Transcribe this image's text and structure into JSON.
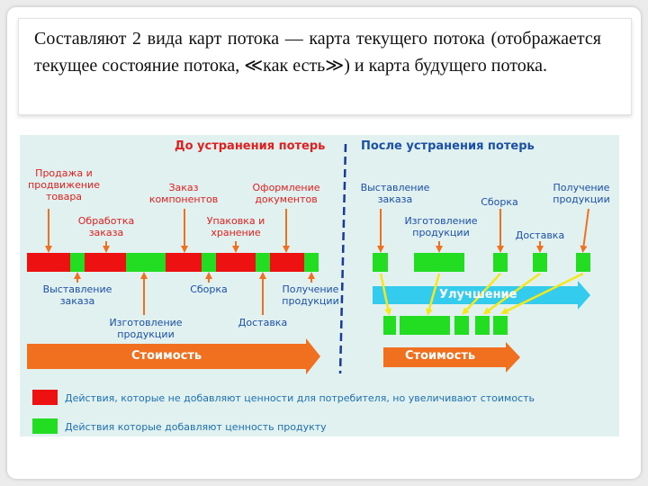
{
  "caption": "Составляют 2 вида карт потока — карта текущего потока (отображается текущее состояние потока, ≪как есть≫) и карта будущего потока.",
  "header_before": "До устранения потерь",
  "header_after": "После устранения потерь",
  "before_top_labels": {
    "sales": "Продажа и продвижение товара",
    "order_processing": "Обработка заказа",
    "component_order": "Заказ компонентов",
    "packing": "Упаковка и хранение",
    "documents": "Оформление документов"
  },
  "before_bottom_labels": {
    "order_placement": "Выставление заказа",
    "manufacturing": "Изготовление продукции",
    "assembly": "Сборка",
    "delivery": "Доставка",
    "receipt": "Получение продукции"
  },
  "after_labels": {
    "order_placement": "Выставление заказа",
    "manufacturing": "Изготовление продукции",
    "assembly": "Сборка",
    "delivery": "Доставка",
    "receipt": "Получение продукции"
  },
  "improvement_label": "Улучшение",
  "cost_label_before": "Стоимость",
  "cost_label_after": "Стоимость",
  "legend": {
    "red_text": "Действия, которые не добавляют ценности для потребителя, но увеличивают стоимость",
    "green_text": "Действия которые добавляют ценность продукту"
  },
  "colors": {
    "non_value": "#ee1111",
    "value": "#22dd22",
    "arrow": "#f07020",
    "improvement": "#33ccee",
    "yellow_arrow": "#f5e81a",
    "divider": "#1a3a9a",
    "before_header": "#e02020",
    "after_header": "#1c4fa8"
  }
}
